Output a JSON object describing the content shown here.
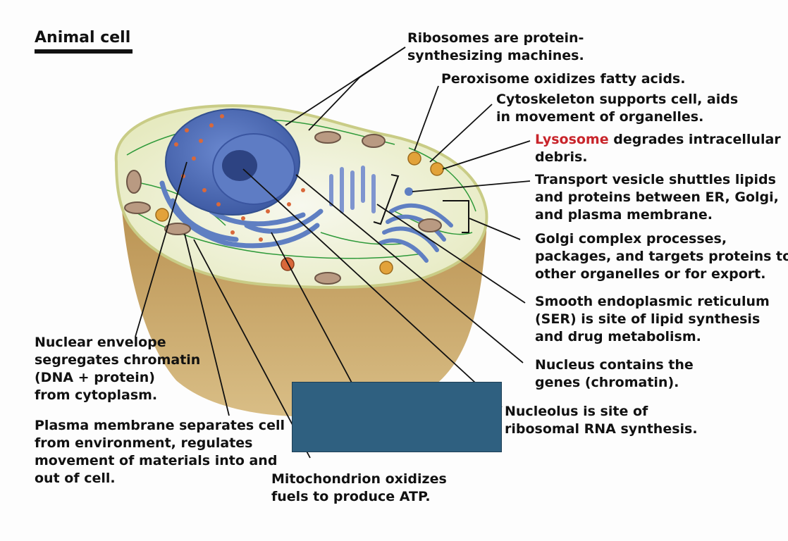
{
  "title": "Animal cell",
  "labels": {
    "ribosomes": [
      "Ribosomes are protein-",
      "synthesizing machines."
    ],
    "peroxisome": [
      "Peroxisome oxidizes fatty acids."
    ],
    "cytoskeleton": [
      "Cytoskeleton supports cell, aids",
      "in movement of organelles."
    ],
    "lysosome": {
      "term": "Lysosome",
      "rest": " degrades intracellular",
      "line2": "debris."
    },
    "transport_vesicle": [
      "Transport vesicle shuttles lipids",
      "and proteins between ER, Golgi,",
      "and plasma membrane."
    ],
    "golgi": [
      "Golgi complex processes,",
      "packages, and targets proteins to",
      "other organelles or for export."
    ],
    "ser": [
      "Smooth endoplasmic reticulum",
      "(SER) is site of lipid synthesis",
      "and drug metabolism."
    ],
    "nucleus": [
      "Nucleus contains the",
      "genes (chromatin)."
    ],
    "nucleolus": [
      "Nucleolus is site of",
      "ribosomal RNA synthesis."
    ],
    "nuclear_envelope": [
      "Nuclear envelope",
      "segregates chromatin",
      "(DNA + protein)",
      "from cytoplasm."
    ],
    "plasma_membrane": [
      "Plasma membrane separates cell",
      "from environment, regulates",
      "movement of materials into and",
      "out of cell."
    ],
    "mitochondrion": [
      "Mitochondrion oxidizes",
      "fuels to produce ATP."
    ]
  },
  "colors": {
    "nucleus": "#4a67b0",
    "nucleolus": "#2d4382",
    "cytoplasm": "#eef1d6",
    "membrane_edge": "#d6d79a",
    "cell_base": "#c8a566",
    "er_rough": "#5f7fc2",
    "ribosome_dot": "#d9683a",
    "cytoskeleton": "#2f9a3a",
    "lysosome": "#e2a23a",
    "lysosome_text": "#c8242a",
    "mitochondrion": "#b99a82",
    "cover_box": "#2f6080"
  }
}
